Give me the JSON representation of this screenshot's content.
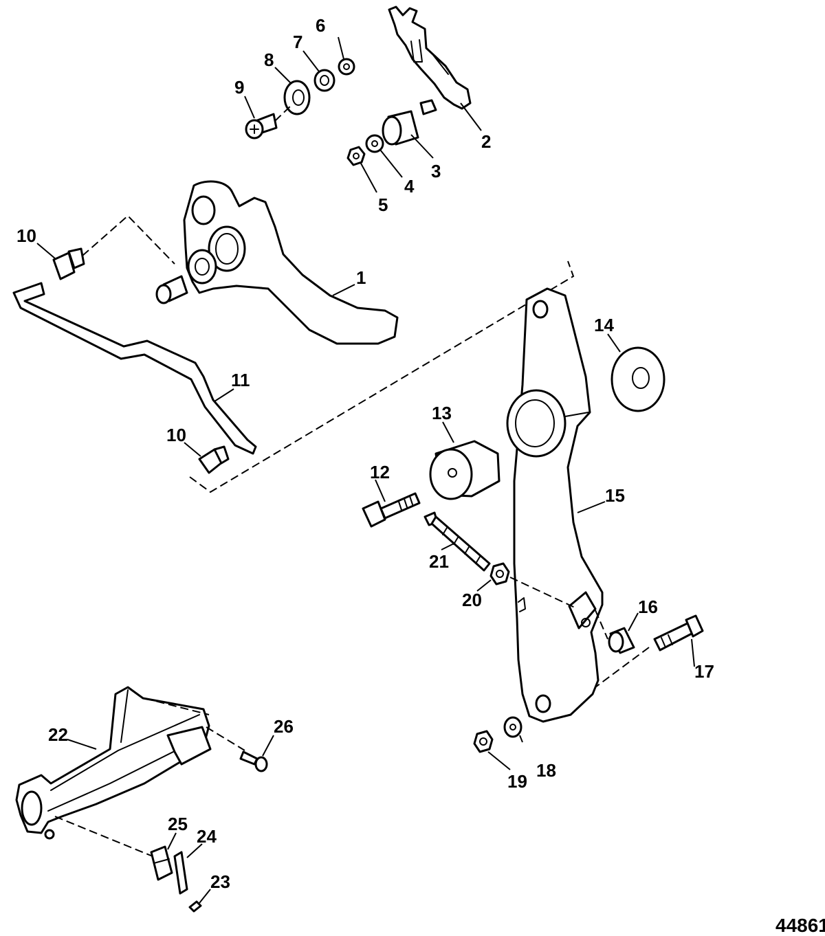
{
  "figure_number": "44861",
  "callouts": {
    "c1": "1",
    "c2": "2",
    "c3": "3",
    "c4": "4",
    "c5": "5",
    "c6": "6",
    "c7": "7",
    "c8": "8",
    "c9": "9",
    "c10a": "10",
    "c10b": "10",
    "c11": "11",
    "c12": "12",
    "c13": "13",
    "c14": "14",
    "c15": "15",
    "c16": "16",
    "c17": "17",
    "c18": "18",
    "c19": "19",
    "c20": "20",
    "c21": "21",
    "c22": "22",
    "c23": "23",
    "c24": "24",
    "c25": "25",
    "c26": "26"
  }
}
